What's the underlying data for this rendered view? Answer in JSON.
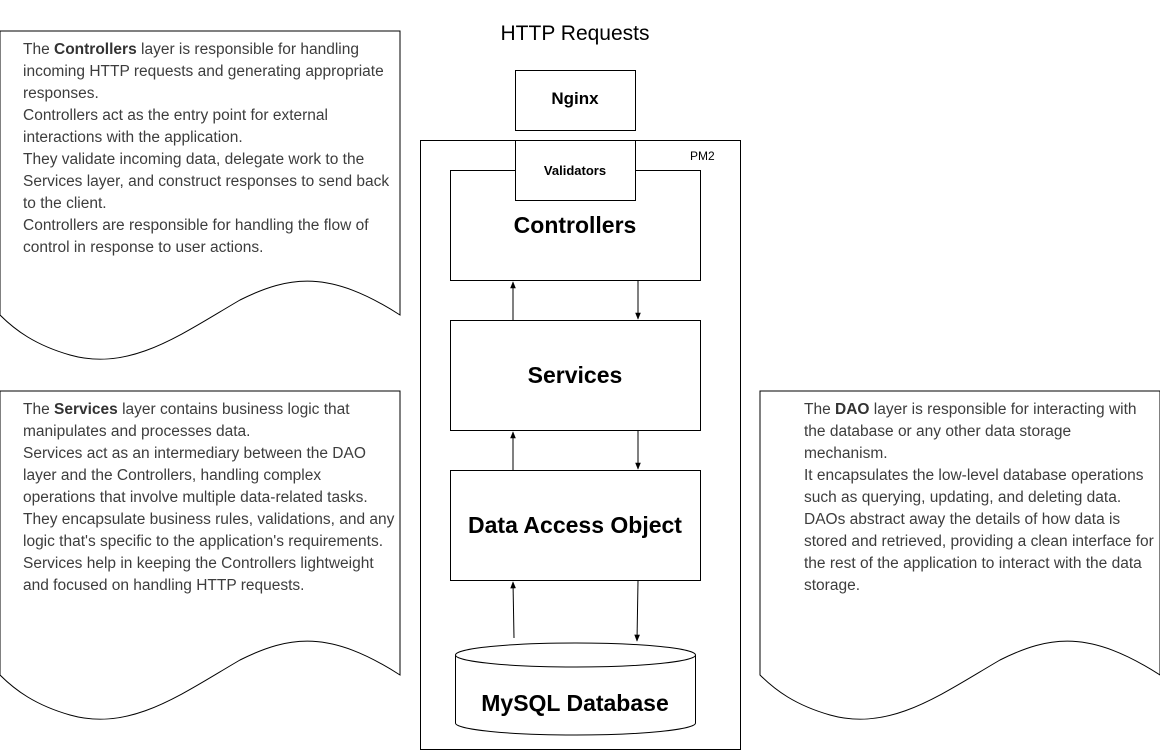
{
  "diagram": {
    "title": "HTTP Requests",
    "nginx": "Nginx",
    "pm2": "PM2",
    "validators": "Validators",
    "controllers": "Controllers",
    "services": "Services",
    "dao": "Data Access Object",
    "database": "MySQL Database"
  },
  "notes": {
    "controllers": {
      "bold": "Controllers",
      "lead_before": "The ",
      "lead_after": " layer is responsible for handling incoming HTTP requests and generating appropriate responses.",
      "lines": [
        "Controllers act as the entry point for external interactions with the application.",
        "They validate incoming data, delegate work to the Services layer, and construct responses to send back to the client.",
        "Controllers are responsible for handling the flow of control in response to user actions."
      ]
    },
    "services": {
      "bold": "Services",
      "lead_before": "The ",
      "lead_after": " layer contains business logic that manipulates and processes data.",
      "lines": [
        "Services act as an intermediary between the DAO layer and the Controllers, handling complex operations that involve multiple data-related tasks.",
        "They encapsulate business rules, validations, and any logic that's specific to the application's requirements.",
        "Services help in keeping the Controllers lightweight and focused on handling HTTP requests."
      ]
    },
    "dao": {
      "bold": "DAO",
      "lead_before": "The ",
      "lead_after": " layer is responsible for interacting with the database or any other data storage mechanism.",
      "lines": [
        "It encapsulates the low-level database operations such as querying, updating, and deleting data.",
        "DAOs abstract away the details of how data is stored and retrieved, providing a clean interface for the rest of the application to interact with the data storage."
      ]
    }
  }
}
